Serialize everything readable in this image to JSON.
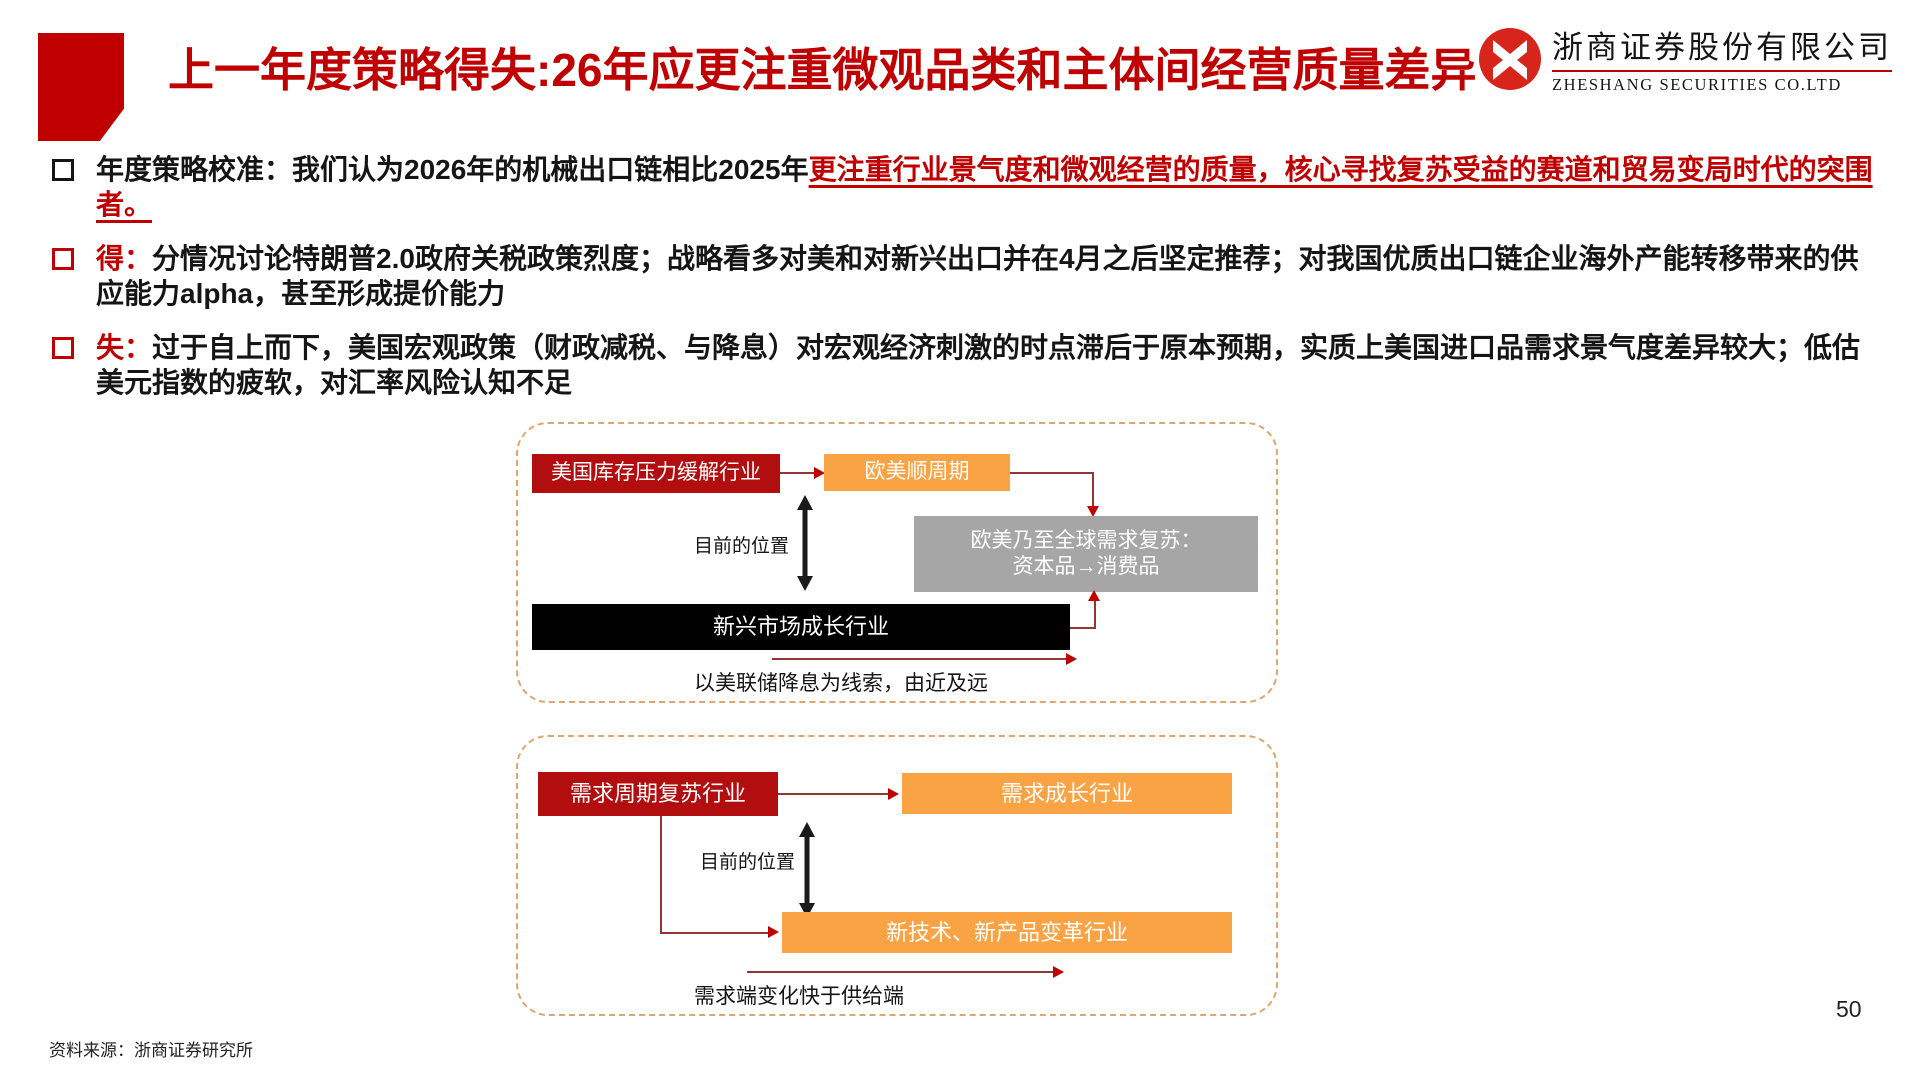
{
  "slide": {
    "title": "上一年度策略得失:26年应更注重微观品类和主体间经营质量差异",
    "page_number": "50",
    "source": "资料来源：浙商证券研究所"
  },
  "logo": {
    "company_cn": "浙商证券股份有限公司",
    "company_en": "ZHESHANG SECURITIES CO.LTD"
  },
  "bullets": [
    {
      "prefix": "",
      "black": "年度策略校准：我们认为2026年的机械出口链相比2025年",
      "red_underlined": "更注重行业景气度和微观经营的质量，核心寻找复苏受益的赛道和贸易变局时代的突围者。"
    },
    {
      "prefix": "得：",
      "black": "分情况讨论特朗普2.0政府关税政策烈度；战略看多对美和对新兴出口并在4月之后坚定推荐；对我国优质出口链企业海外产能转移带来的供应能力alpha，甚至形成提价能力",
      "red_underlined": ""
    },
    {
      "prefix": "失：",
      "black": "过于自上而下，美国宏观政策（财政减税、与降息）对宏观经济刺激的时点滞后于原本预期，实质上美国进口品需求景气度差异较大；低估美元指数的疲软，对汇率风险认知不足",
      "red_underlined": ""
    }
  ],
  "diagram1": {
    "red_box": "美国库存压力缓解行业",
    "orange_box": "欧美顺周期",
    "gray_box_line1": "欧美乃至全球需求复苏：",
    "gray_box_line2": "资本品→消费品",
    "position_label": "目前的位置",
    "black_box": "新兴市场成长行业",
    "caption": "以美联储降息为线索，由近及远"
  },
  "diagram2": {
    "red_box": "需求周期复苏行业",
    "orange_box_top": "需求成长行业",
    "orange_box_bottom": "新技术、新产品变革行业",
    "position_label": "目前的位置",
    "caption": "需求端变化快于供给端"
  },
  "colors": {
    "accent_red": "#C00000",
    "box_dark_red": "#B20E10",
    "box_orange": "#F9A345",
    "box_gray": "#A6A6A6",
    "box_black": "#000000",
    "connector_line": "#943634",
    "dashed_border": "#DFA570",
    "logo_red": "#D8251C"
  }
}
